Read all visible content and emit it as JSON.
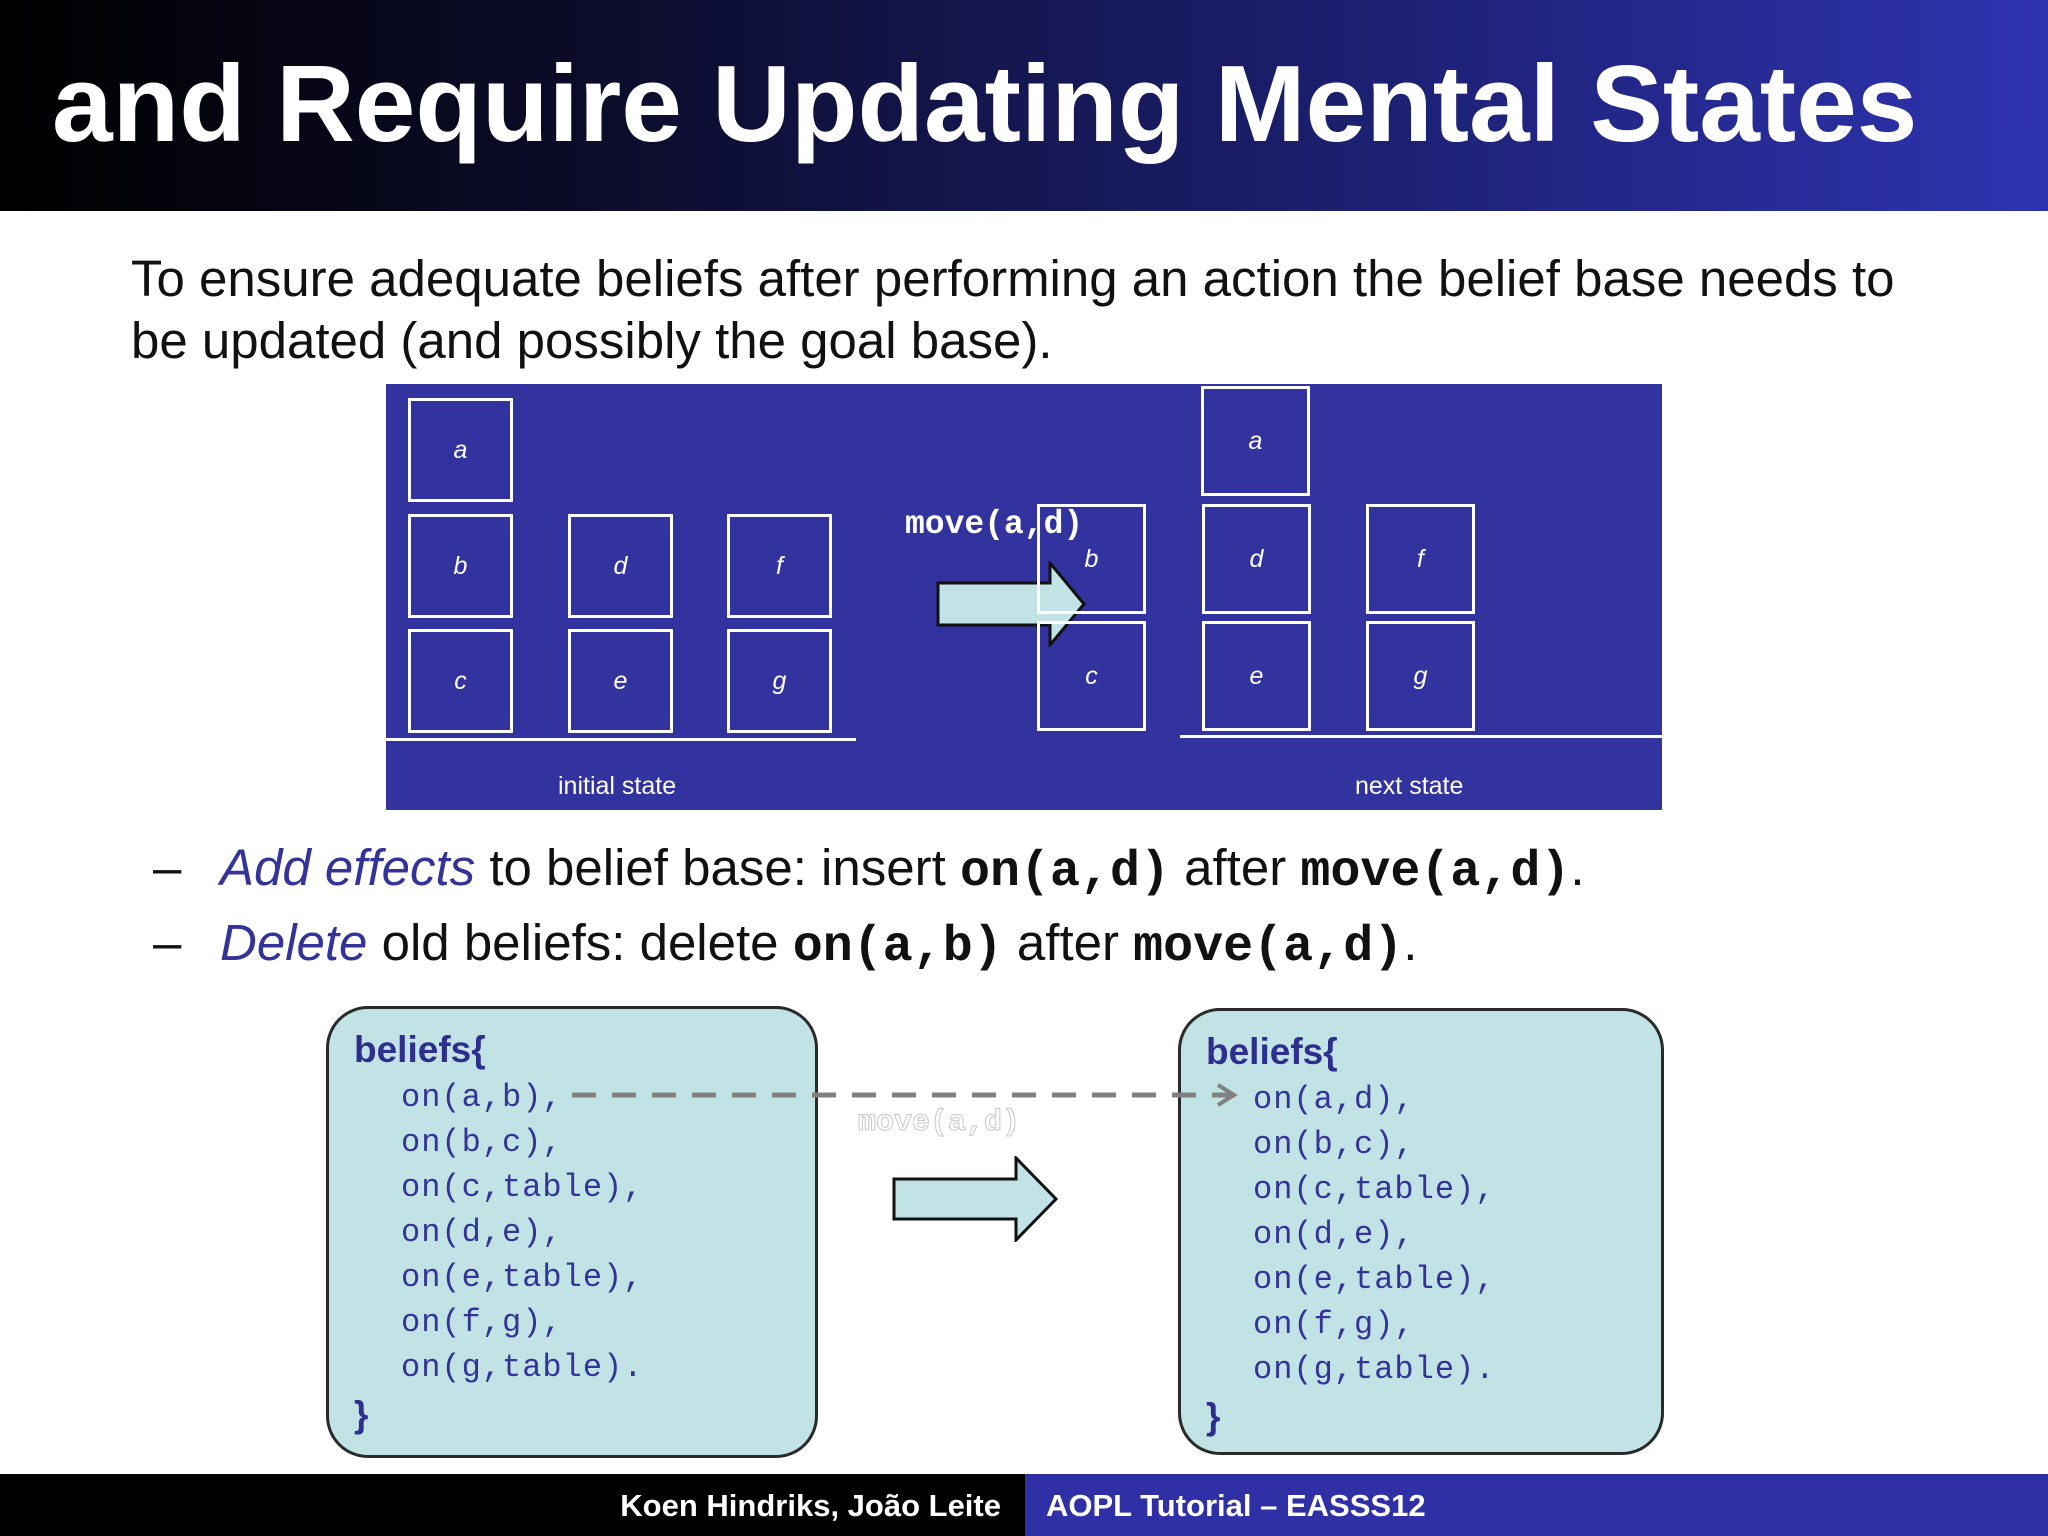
{
  "slide": {
    "title": "and Require Updating Mental States",
    "intro": "To ensure adequate beliefs after performing an action the belief base needs to be updated (and possibly the goal base)."
  },
  "diagram": {
    "initial": {
      "blocks": [
        "a",
        "b",
        "c",
        "d",
        "e",
        "f",
        "g"
      ],
      "caption": "initial state"
    },
    "action": "move(a,d)",
    "next": {
      "blocks": [
        "a",
        "b",
        "c",
        "d",
        "e",
        "f",
        "g"
      ],
      "caption": "next state"
    }
  },
  "bullets": [
    {
      "dash": "–",
      "em1": "Add",
      "em2": " effects",
      "text1": " to belief base: insert ",
      "code1": "on(a,d)",
      "text2": " after ",
      "code2": "move(a,d)",
      "end": "."
    },
    {
      "dash": "–",
      "em1": "Delete",
      "text1": " old beliefs: delete ",
      "code1": "on(a,b)",
      "text2": " after ",
      "code2": "move(a,d)",
      "end": "."
    }
  ],
  "beliefs_before": {
    "open": "beliefs{",
    "lines": [
      "on(a,b),",
      "on(b,c),",
      "on(c,table),",
      "on(d,e),",
      "on(e,table),",
      "on(f,g),",
      "on(g,table)."
    ],
    "close": "}"
  },
  "beliefs_after": {
    "open": "beliefs{",
    "lines": [
      "on(a,d),",
      "on(b,c),",
      "on(c,table),",
      "on(d,e),",
      "on(e,table),",
      "on(f,g),",
      "on(g,table)."
    ],
    "close": "}"
  },
  "transition_label": "move(a,d)",
  "footer": {
    "authors": "Koen Hindriks, João Leite",
    "event": "AOPL Tutorial – EASSS12"
  },
  "colors": {
    "diagram_bg": "#3333a0",
    "belief_box": "#c2e3e5",
    "arrow_fill": "#c2e3e5",
    "accent": "#333399",
    "footer_right": "#2f2fa6"
  }
}
